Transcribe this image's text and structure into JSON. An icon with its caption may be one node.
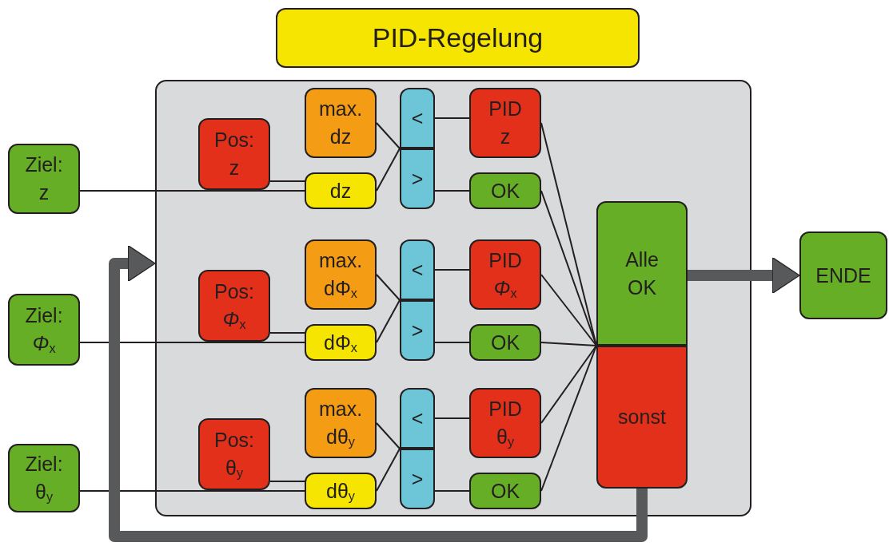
{
  "diagram": {
    "nodes": [
      {
        "text": [
          "PID-Regelung"
        ]
      },
      {
        "text": [],
        "shape": "box"
      },
      {
        "text": [
          "Pos: z"
        ],
        "in": 1
      },
      {
        "text": [
          "max. dz"
        ],
        "in": 1
      },
      {
        "text": [
          "dz"
        ],
        "in": 1
      },
      {
        "text": [
          "<"
        ],
        "in": 1
      },
      {
        "text": [
          ">"
        ],
        "in": 1
      },
      {
        "text": [
          "PID z"
        ],
        "in": 1
      },
      {
        "text": [
          "OK"
        ],
        "in": 1
      },
      {
        "text": [
          "Pos: *Φ*$_{x}$"
        ],
        "in": 1
      },
      {
        "text": [
          "max. dΦ$_{x}$"
        ],
        "in": 1
      },
      {
        "text": [
          "dΦ$_{x}$"
        ],
        "in": 1
      },
      {
        "text": [
          "<"
        ],
        "in": 1
      },
      {
        "text": [
          ">"
        ],
        "in": 1
      },
      {
        "text": [
          "PID *Φ*$_{x}$"
        ],
        "in": 1
      },
      {
        "text": [
          "OK"
        ],
        "in": 1
      },
      {
        "text": [
          "Pos: θ$_{y}$"
        ],
        "in": 1
      },
      {
        "text": [
          "max. dθ$_{y}$"
        ],
        "in": 1
      },
      {
        "text": [
          "dθ$_{y}$"
        ],
        "in": 1
      },
      {
        "text": [
          "<"
        ],
        "in": 1
      },
      {
        "text": [
          ">"
        ],
        "in": 1
      },
      {
        "text": [
          "PID θ$_{y}$"
        ],
        "in": 1
      },
      {
        "text": [
          "OK"
        ],
        "in": 1
      },
      {
        "text": [
          "Alle OK"
        ],
        "in": 1
      },
      {
        "text": [
          "sonst"
        ],
        "in": 1
      },
      {
        "text": [
          "Ziel: z"
        ]
      },
      {
        "text": [
          "Ziel: *Φ*$_{x}$"
        ]
      },
      {
        "text": [
          "Ziel: θ$_{y}$"
        ]
      },
      {
        "text": [
          "ENDE"
        ]
      }
    ],
    "edges": [
      {
        "from": 25,
        "to": 4,
        "arrow": "none"
      },
      {
        "from": 2,
        "to": 4,
        "arrow": "none"
      },
      {
        "from": 3,
        "to": 5,
        "arrow": "none"
      },
      {
        "from": 4,
        "to": 6,
        "arrow": "none"
      },
      {
        "from": 5,
        "to": 7,
        "arrow": "none"
      },
      {
        "from": 6,
        "to": 8,
        "arrow": "none"
      },
      {
        "from": 7,
        "to": 23,
        "arrow": "none"
      },
      {
        "from": 8,
        "to": 23,
        "arrow": "none"
      },
      {
        "from": 26,
        "to": 11,
        "arrow": "none"
      },
      {
        "from": 9,
        "to": 11,
        "arrow": "none"
      },
      {
        "from": 10,
        "to": 12,
        "arrow": "none"
      },
      {
        "from": 11,
        "to": 13,
        "arrow": "none"
      },
      {
        "from": 12,
        "to": 14,
        "arrow": "none"
      },
      {
        "from": 13,
        "to": 15,
        "arrow": "none"
      },
      {
        "from": 14,
        "to": 23,
        "arrow": "none"
      },
      {
        "from": 15,
        "to": 23,
        "arrow": "none"
      },
      {
        "from": 27,
        "to": 18,
        "arrow": "none"
      },
      {
        "from": 16,
        "to": 18,
        "arrow": "none"
      },
      {
        "from": 17,
        "to": 19,
        "arrow": "none"
      },
      {
        "from": 18,
        "to": 20,
        "arrow": "none"
      },
      {
        "from": 19,
        "to": 21,
        "arrow": "none"
      },
      {
        "from": 20,
        "to": 22,
        "arrow": "none"
      },
      {
        "from": 21,
        "to": 23,
        "arrow": "none"
      },
      {
        "from": 22,
        "to": 23,
        "arrow": "none"
      },
      {
        "from": 23,
        "to": 28,
        "arrow": "to",
        "style": "thick",
        "color": "#58595b"
      },
      {
        "from": 24,
        "to": 1,
        "arrow": "to",
        "style": "thick",
        "color": "#58595b"
      }
    ]
  }
}
